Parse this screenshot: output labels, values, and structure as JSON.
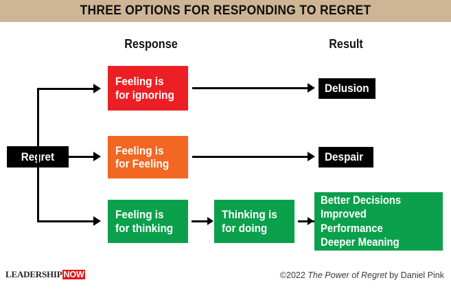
{
  "header": {
    "title": "THREE OPTIONS FOR RESPONDING TO REGRET",
    "band_color": "#cdb596",
    "text_color": "#100d0b"
  },
  "columns": {
    "response_label": "Response",
    "result_label": "Result"
  },
  "palette": {
    "red": "#ec2024",
    "orange": "#f26722",
    "green": "#0ba04b",
    "black": "#000000",
    "white": "#ffffff",
    "logo_red": "#e0191c"
  },
  "diagram": {
    "type": "flowchart",
    "root": {
      "label": "Regret",
      "color": "#000000",
      "text_color": "#ffffff"
    },
    "branches": [
      {
        "id": "ignoring",
        "response": {
          "lines": [
            "Feeling is",
            "for ignoring"
          ],
          "color": "#ec2024"
        },
        "result": {
          "lines": [
            "Delusion"
          ],
          "color": "#000000"
        }
      },
      {
        "id": "feeling",
        "response": {
          "lines": [
            "Feeling is",
            "for Feeling"
          ],
          "color": "#f26722"
        },
        "result": {
          "lines": [
            "Despair"
          ],
          "color": "#000000"
        }
      },
      {
        "id": "thinking",
        "response": {
          "lines": [
            "Feeling is",
            "for thinking"
          ],
          "color": "#0ba04b"
        },
        "middle": {
          "lines": [
            "Thinking is",
            "for doing"
          ],
          "color": "#0ba04b"
        },
        "result": {
          "lines": [
            "Better Decisions",
            "Improved Performance",
            "Deeper Meaning"
          ],
          "color": "#0ba04b"
        }
      }
    ]
  },
  "footer": {
    "logo_lead": "LEADERSHIP",
    "logo_now": "NOW",
    "credit_prefix": "©2022 ",
    "credit_title": "The Power of Regret",
    "credit_suffix": " by Daniel Pink"
  }
}
